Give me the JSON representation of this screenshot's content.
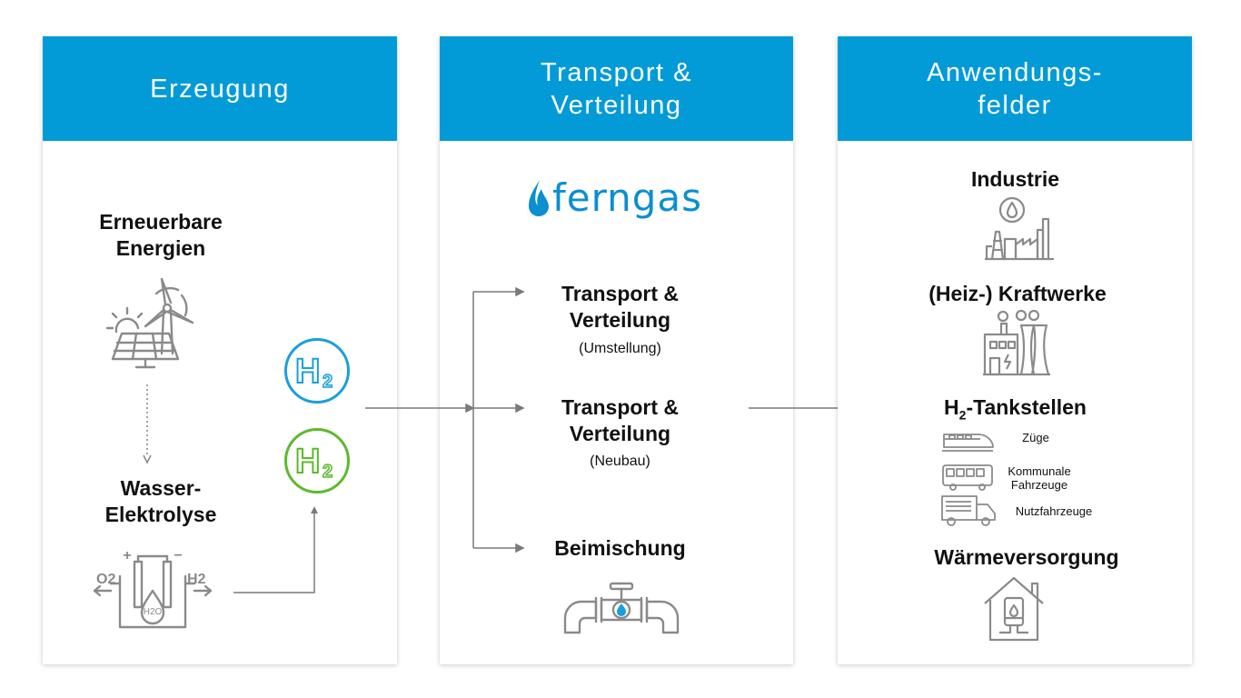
{
  "columns": [
    {
      "header": "Erzeugung"
    },
    {
      "header": "Transport &\nVerteilung"
    },
    {
      "header": "Anwendungs-\nfelder"
    }
  ],
  "production": {
    "renewables": "Erneuerbare\nEnergien",
    "electrolysis": "Wasser-\nElektrolyse",
    "electrolysis_plus": "+",
    "electrolysis_minus": "−",
    "electrolysis_o2": "O2",
    "electrolysis_h2": "H2",
    "electrolysis_water": "H2O",
    "h2_badge_blue": "H",
    "h2_badge_green": "H",
    "h2_sub": "2",
    "h2_blue_color": "#1a9fdc",
    "h2_green_color": "#5cba2b"
  },
  "transport": {
    "logo": "ferngas",
    "logo_color": "#0b8fd0",
    "items": [
      {
        "title": "Transport &\nVerteilung",
        "subtitle": "(Umstellung)"
      },
      {
        "title": "Transport &\nVerteilung",
        "subtitle": "(Neubau)"
      },
      {
        "title": "Beimischung",
        "subtitle": ""
      }
    ]
  },
  "applications": {
    "industry": "Industrie",
    "power_plants": "(Heiz-) Kraftwerke",
    "fueling_prefix": "H",
    "fueling_sub": "2",
    "fueling_suffix": "-Tankstellen",
    "vehicles": [
      {
        "label": "Züge",
        "icon": "train-icon"
      },
      {
        "label": "Kommunale\nFahrzeuge",
        "icon": "bus-icon"
      },
      {
        "label": "Nutzfahrzeuge",
        "icon": "truck-icon"
      }
    ],
    "heat": "Wärmeversorgung"
  },
  "colors": {
    "header": "#039bd7",
    "arrow": "#7a7a7a",
    "icon": "#8a8a8a"
  }
}
